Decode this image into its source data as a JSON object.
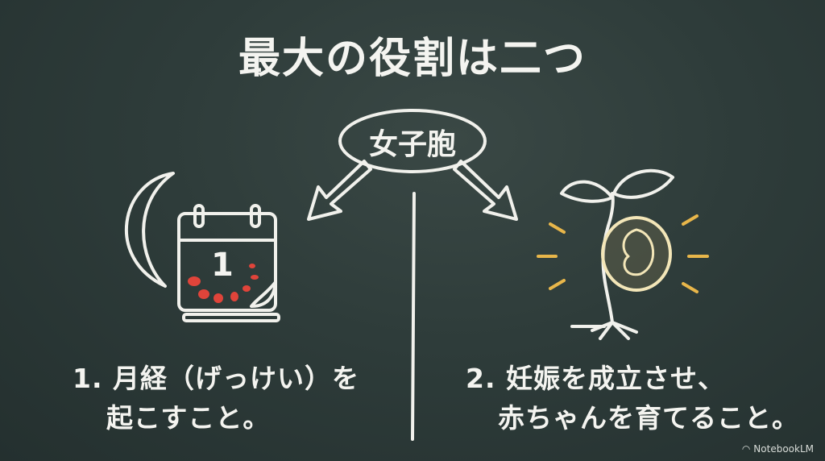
{
  "title": "最大の役割は二つ",
  "center_label": "女子胞",
  "calendar_number": "1",
  "left": {
    "line1": "1. 月経（げっけい）を",
    "line2": "起こすこと。"
  },
  "right": {
    "line1": "2. 妊娠を成立させ、",
    "line2": "赤ちゃんを育てること。"
  },
  "brand": "NotebookLM",
  "colors": {
    "board": "#2c3b39",
    "chalk": "#f4f4f0",
    "red": "#e0443a",
    "yellow": "#e8b64a"
  }
}
